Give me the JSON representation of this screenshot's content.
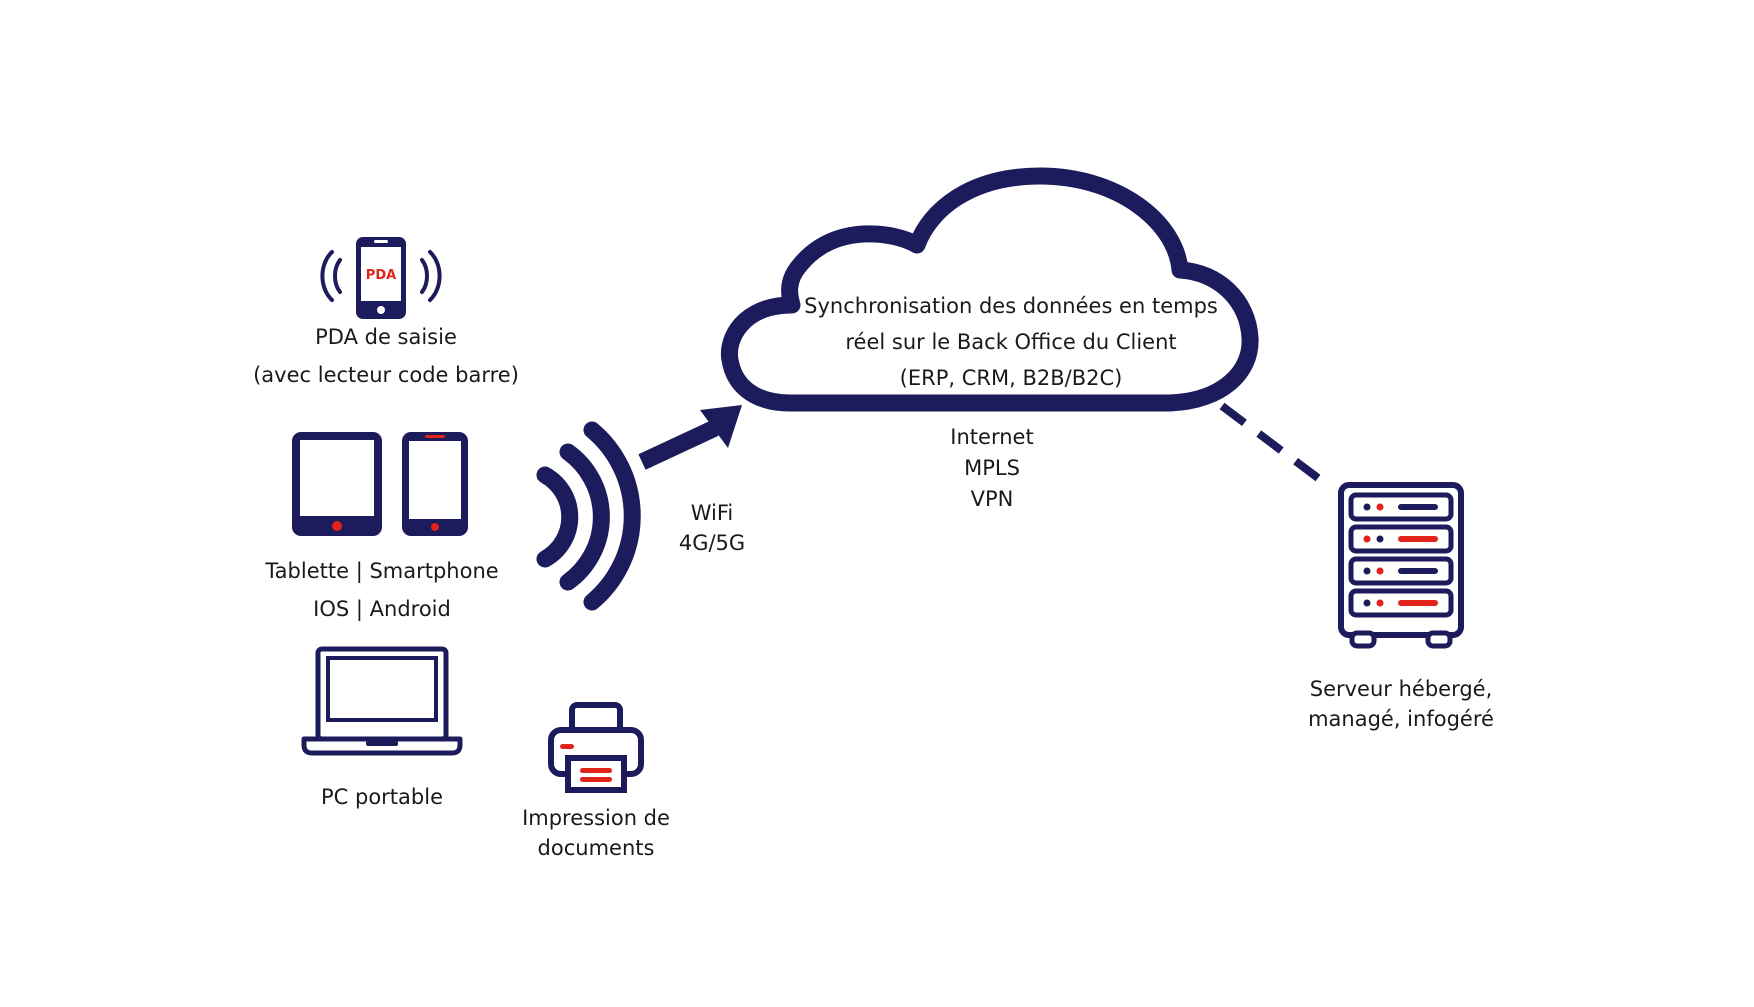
{
  "colors": {
    "navy": "#1c1b5b",
    "red": "#e2231a",
    "white": "#ffffff"
  },
  "icons": {
    "pda": "pda-phone-signal-icon",
    "tablet": "tablet-icon",
    "smartphone": "smartphone-icon",
    "laptop": "laptop-icon",
    "printer": "printer-icon",
    "signal": "wireless-signal-icon",
    "arrow": "arrow-icon",
    "cloud": "cloud-icon",
    "server": "server-rack-icon"
  },
  "pda": {
    "screen_text": "PDA",
    "label_line1": "PDA de saisie",
    "label_line2": "(avec lecteur code barre)"
  },
  "mobile": {
    "label_line1": "Tablette | Smartphone",
    "label_line2": "IOS | Android"
  },
  "laptop": {
    "label": "PC portable"
  },
  "printer": {
    "label_line1": "Impression de",
    "label_line2": "documents"
  },
  "wireless": {
    "line1": "WiFi",
    "line2": "4G/5G"
  },
  "cloud": {
    "line1": "Synchronisation des données en temps",
    "line2": "réel sur le Back Office du Client",
    "line3": "(ERP, CRM, B2B/B2C)"
  },
  "network": {
    "line1": "Internet",
    "line2": "MPLS",
    "line3": "VPN"
  },
  "server": {
    "label_line1": "Serveur hébergé,",
    "label_line2": "managé, infogéré"
  }
}
